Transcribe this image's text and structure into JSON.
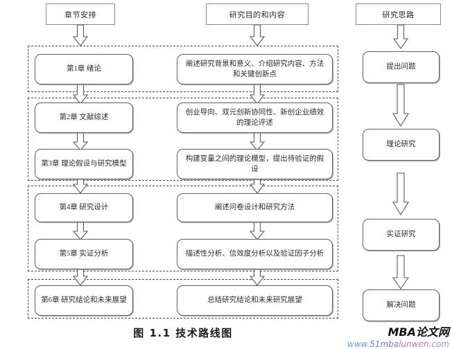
{
  "figure": {
    "caption": "图 1.1  技术路线图",
    "columns": [
      {
        "id": "chapters",
        "header": "章节安排"
      },
      {
        "id": "content",
        "header": "研究目的和内容"
      },
      {
        "id": "approach",
        "header": "研究思路"
      }
    ],
    "column_headers": {
      "chapters": "章节安排",
      "content": "研究目的和内容",
      "approach": "研究思路"
    },
    "groups": [
      {
        "id": "group-1",
        "chapters": [
          "第1章  绪论"
        ],
        "content": [
          "阐述研究背景和意义、介绍研究内容、方法和关键创新点"
        ]
      },
      {
        "id": "group-2",
        "chapters": [
          "第2章  文献综述",
          "第3章  理论假设与研究模型"
        ],
        "content": [
          "创业导向、双元创新协同性、新创企业绩效的理论评述",
          "构建变量之间的理论模型，提出待验证的假设"
        ]
      },
      {
        "id": "group-3",
        "chapters": [
          "第4章  研究设计",
          "第5章  实证分析"
        ],
        "content": [
          "阐述问卷设计和研究方法",
          "描述性分析、信效度分析以及验证因子分析"
        ]
      },
      {
        "id": "group-4",
        "chapters": [
          "第6章  研究结论和未来展望"
        ],
        "content": [
          "总结研究结论和未来研究展望"
        ]
      }
    ],
    "nodes": {
      "chapters": [
        "第1章  绪论",
        "第2章  文献综述",
        "第3章  理论假设与研究模型",
        "第4章  研究设计",
        "第5章  实证分析",
        "第6章  研究结论和未来展望"
      ],
      "content": [
        "阐述研究背景和意义、介绍研究内容、方法和关键创新点",
        "创业导向、双元创新协同性、新创企业绩效的理论评述",
        "构建变量之间的理论模型，提出待验证的假设",
        "阐述问卷设计和研究方法",
        "描述性分析、信效度分析以及验证因子分析",
        "总结研究结论和未来研究展望"
      ],
      "approach": [
        "提出问题",
        "理论研究",
        "实证研究",
        "解决问题"
      ]
    },
    "arrow_icon": "down-block-arrow",
    "colors": {
      "node_border": "#5d5d5d",
      "header_border": "#8b8b8b",
      "group_border": "#4a4a4a",
      "arrow_stroke": "#555555",
      "arrow_fill": "#ffffff",
      "text": "#2b2b2b"
    }
  },
  "watermark": {
    "brand": "MBA论文网",
    "url": "www.51mbalunwen.com"
  }
}
